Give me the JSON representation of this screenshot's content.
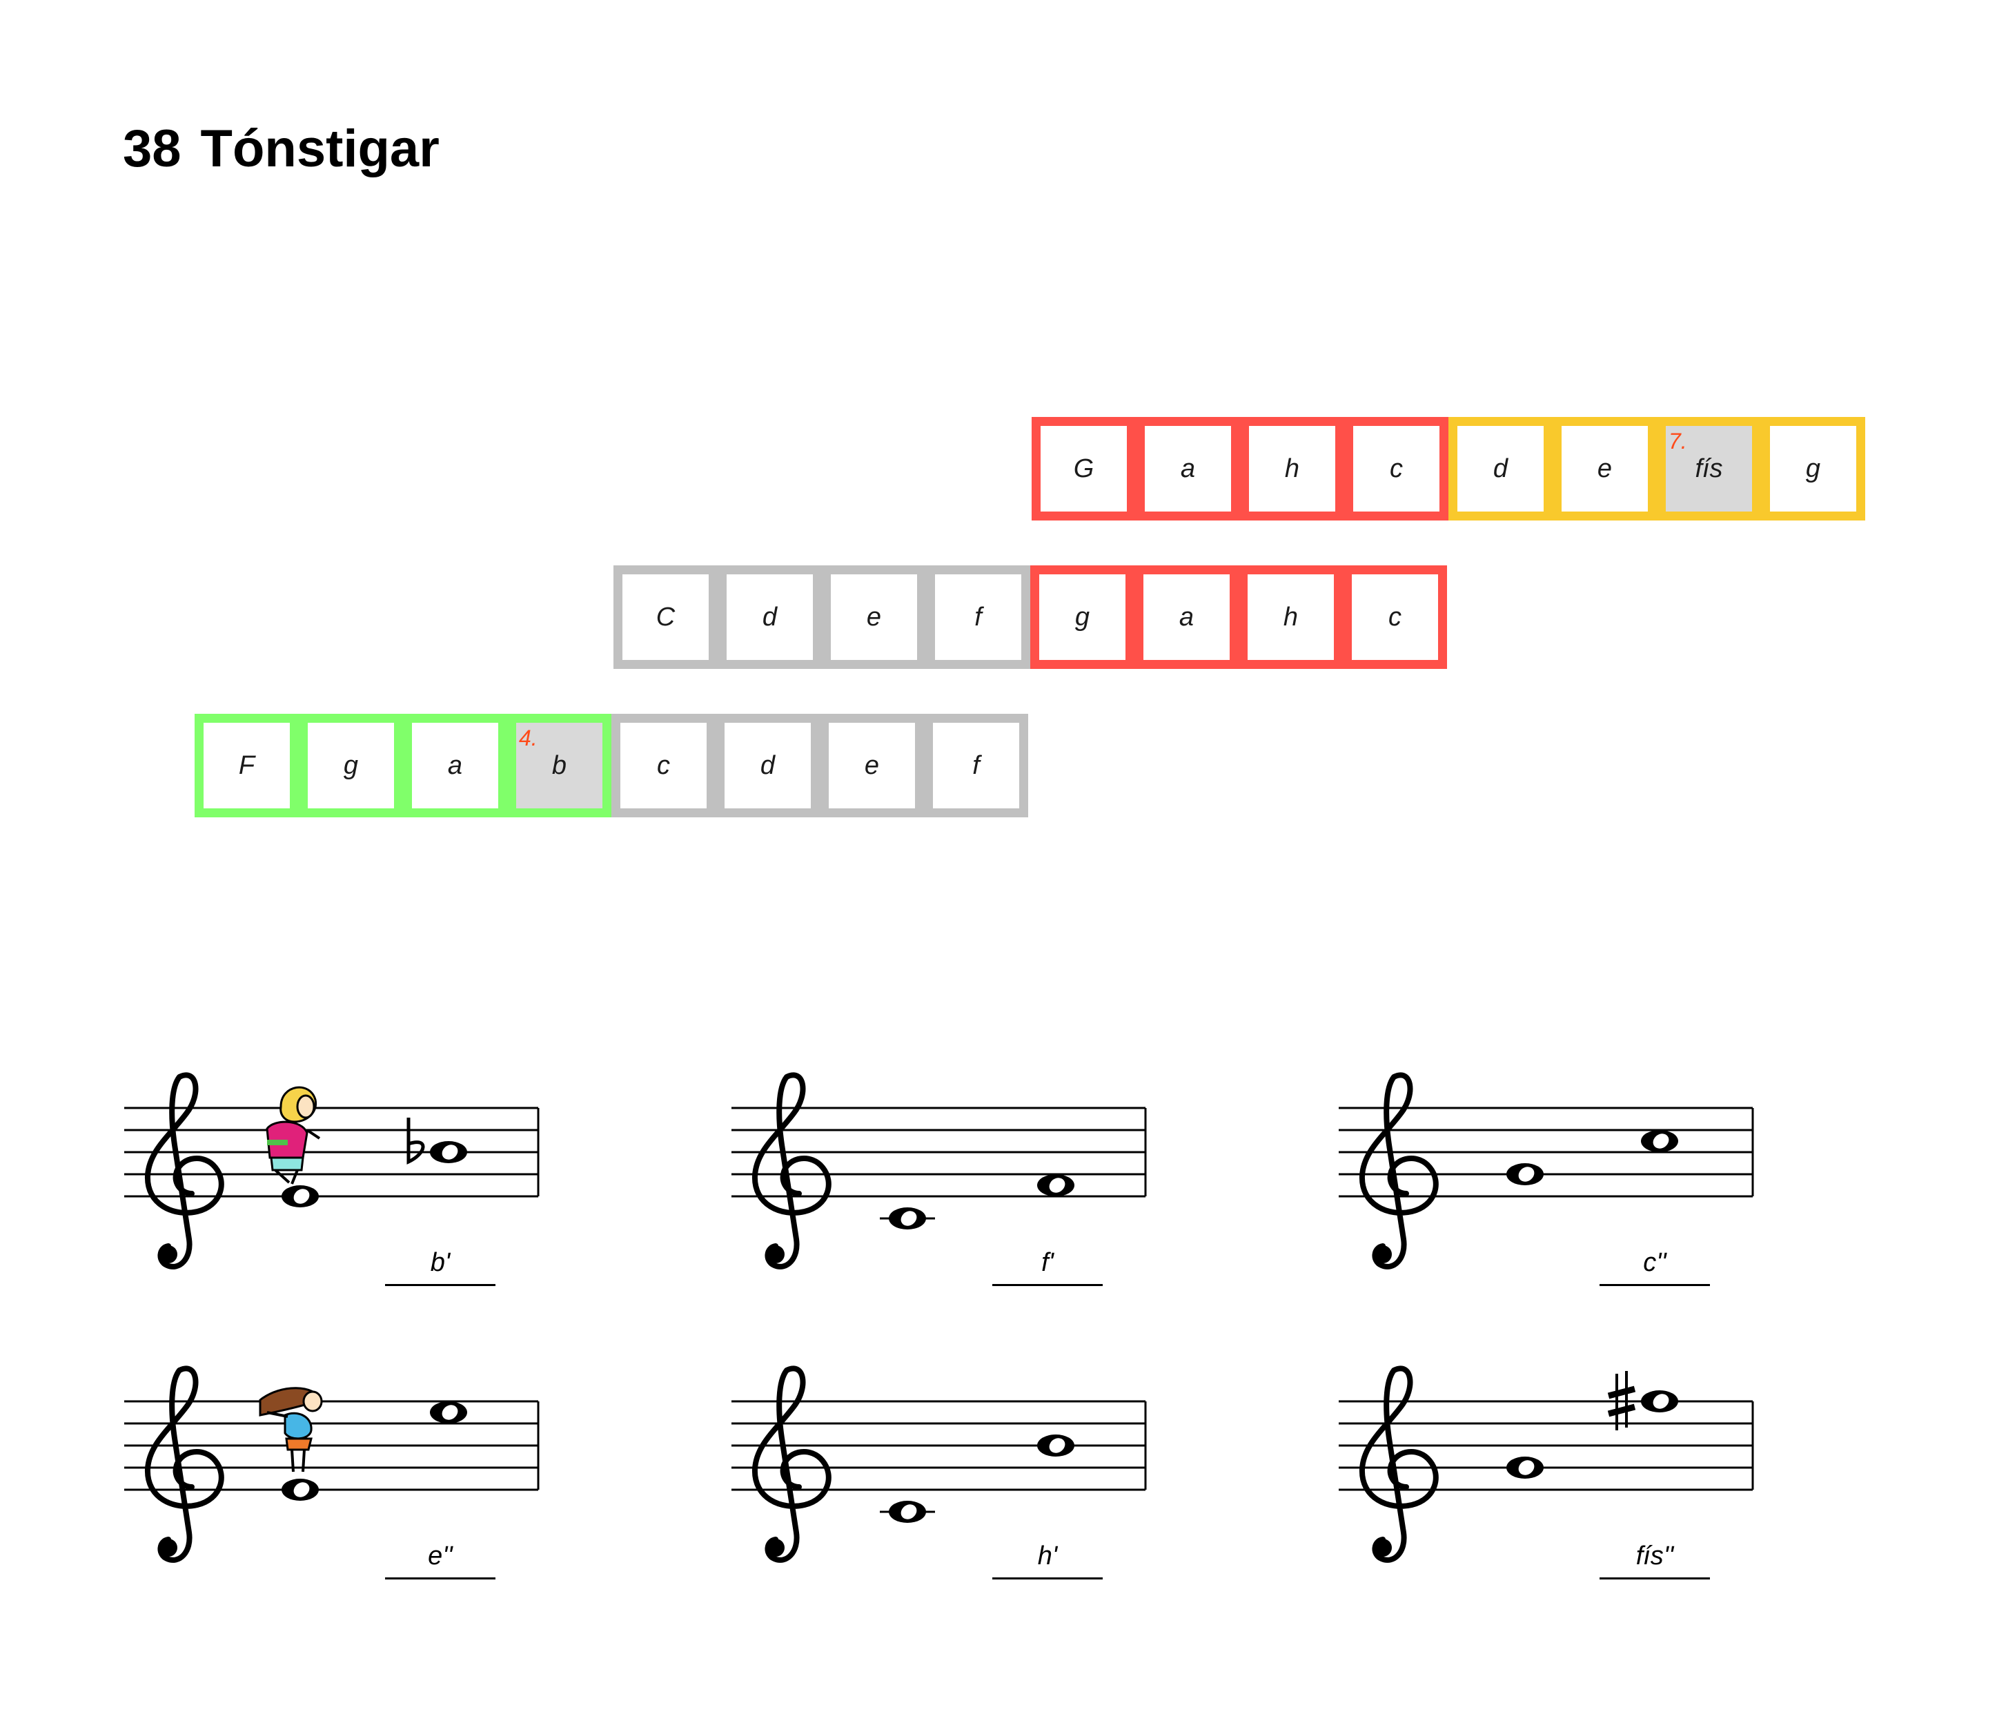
{
  "page": {
    "number": "38",
    "title": "Tónstigar"
  },
  "scale_rows": [
    {
      "name": "G",
      "notes": [
        {
          "label": "G",
          "color": "#ff5049",
          "step": false
        },
        {
          "label": "a",
          "color": "#ff5049",
          "step": false
        },
        {
          "label": "h",
          "color": "#ff5049",
          "step": false
        },
        {
          "label": "c",
          "color": "#ff5049",
          "step": false
        },
        {
          "label": "d",
          "color": "#f9c92c",
          "step": false
        },
        {
          "label": "e",
          "color": "#f9c92c",
          "step": false
        },
        {
          "label": "fís",
          "color": "#f9c92c",
          "step": true,
          "ordinal": "7."
        },
        {
          "label": "g",
          "color": "#f9c92c",
          "step": false
        }
      ]
    },
    {
      "name": "C",
      "notes": [
        {
          "label": "C",
          "color": "#c0c0c0",
          "step": false
        },
        {
          "label": "d",
          "color": "#c0c0c0",
          "step": false
        },
        {
          "label": "e",
          "color": "#c0c0c0",
          "step": false
        },
        {
          "label": "f",
          "color": "#c0c0c0",
          "step": false
        },
        {
          "label": "g",
          "color": "#ff5049",
          "step": false
        },
        {
          "label": "a",
          "color": "#ff5049",
          "step": false
        },
        {
          "label": "h",
          "color": "#ff5049",
          "step": false
        },
        {
          "label": "c",
          "color": "#ff5049",
          "step": false
        }
      ]
    },
    {
      "name": "F",
      "notes": [
        {
          "label": "F",
          "color": "#80ff6a",
          "step": false
        },
        {
          "label": "g",
          "color": "#80ff6a",
          "step": false
        },
        {
          "label": "a",
          "color": "#80ff6a",
          "step": false
        },
        {
          "label": "b",
          "color": "#80ff6a",
          "step": true,
          "ordinal": "4."
        },
        {
          "label": "c",
          "color": "#c0c0c0",
          "step": false
        },
        {
          "label": "d",
          "color": "#c0c0c0",
          "step": false
        },
        {
          "label": "e",
          "color": "#c0c0c0",
          "step": false
        },
        {
          "label": "f",
          "color": "#c0c0c0",
          "step": false
        }
      ]
    }
  ],
  "exercises": [
    {
      "answer": "b'",
      "notes": [
        {
          "step": 2
        },
        {
          "step": 6,
          "accidental": "flat"
        }
      ],
      "figure": "girl-kneeling"
    },
    {
      "answer": "f'",
      "notes": [
        {
          "step": 0
        },
        {
          "step": 3
        }
      ]
    },
    {
      "answer": "c''",
      "notes": [
        {
          "step": 4
        },
        {
          "step": 7
        }
      ]
    },
    {
      "answer": "e''",
      "notes": [
        {
          "step": 2
        },
        {
          "step": 9
        }
      ],
      "figure": "girl-crouching"
    },
    {
      "answer": "h'",
      "notes": [
        {
          "step": 0
        },
        {
          "step": 6
        }
      ]
    },
    {
      "answer": "fís''",
      "notes": [
        {
          "step": 4
        },
        {
          "step": 10,
          "accidental": "sharp"
        }
      ]
    }
  ],
  "colors": {
    "red": "#ff5049",
    "yellow": "#f9c92c",
    "grey": "#c0c0c0",
    "green": "#80ff6a",
    "step_fill": "#d9d9d9",
    "ordinal": "#ff4b1a"
  }
}
